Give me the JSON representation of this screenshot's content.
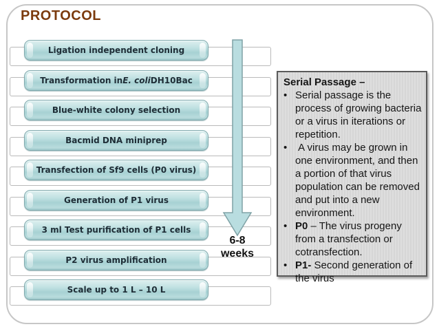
{
  "title": "PROTOCOL",
  "flow": {
    "steps": [
      {
        "segments": [
          {
            "text": "Ligation independent cloning"
          }
        ]
      },
      {
        "segments": [
          {
            "text": "Transformation in "
          },
          {
            "text": "E. coli",
            "italic": true
          },
          {
            "text": " DH10Bac"
          }
        ]
      },
      {
        "segments": [
          {
            "text": "Blue-white colony selection"
          }
        ]
      },
      {
        "segments": [
          {
            "text": "Bacmid DNA miniprep"
          }
        ]
      },
      {
        "segments": [
          {
            "text": "Transfection of Sf9 cells (P0 virus)"
          }
        ]
      },
      {
        "segments": [
          {
            "text": "Generation of P1 virus"
          }
        ]
      },
      {
        "segments": [
          {
            "text": "3 ml Test purification of P1 cells"
          }
        ]
      },
      {
        "segments": [
          {
            "text": "P2 virus amplification"
          }
        ]
      },
      {
        "segments": [
          {
            "text": "Scale up to 1 L – 10 L"
          }
        ]
      }
    ]
  },
  "timeline": {
    "duration_line1": "6-8",
    "duration_line2": "weeks"
  },
  "note": {
    "title": "Serial Passage –",
    "bullet_char": "•",
    "bullets": [
      {
        "bold_lead": "",
        "text": "Serial passage is the process of growing bacteria or a virus in iterations or repetition."
      },
      {
        "bold_lead": "",
        "text": " A virus may be grown in one environment, and then a portion of that virus population can be removed and put into a new environment."
      },
      {
        "bold_lead": "P0",
        "text": " – The virus progeny from a transfection or cotransfection."
      },
      {
        "bold_lead": "P1-",
        "text": " Second generation of the virus"
      }
    ]
  },
  "colors": {
    "title": "#7b3a0d",
    "pill_fill": "#b7dcdd",
    "pill_border": "#7fa9ad",
    "pill_text": "#1e2d36",
    "arrow_fill": "#b9dde0",
    "arrow_border": "#7fa2a6",
    "note_bg": "#d9d9d9",
    "note_border": "#5a5a5a",
    "frame_border": "#c6c6c6",
    "back_rect_border": "#b9b9b9"
  }
}
